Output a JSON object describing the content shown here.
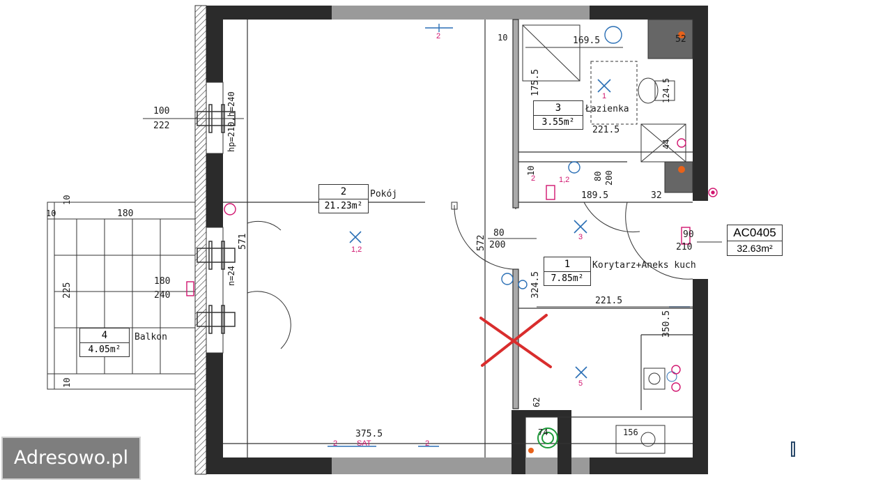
{
  "rooms": [
    {
      "number": "1",
      "name": "Korytarz+Aneks kuch",
      "area": "7.85m²"
    },
    {
      "number": "2",
      "name": "Pokój",
      "area": "21.23m²"
    },
    {
      "number": "3",
      "name": "Łazienka",
      "area": "3.55m²"
    },
    {
      "number": "4",
      "name": "Balkon",
      "area": "4.05m²"
    }
  ],
  "apartment": {
    "code": "AC0405",
    "area": "32.63m²"
  },
  "dimensions": {
    "window_top_left": "100",
    "window_top_left_b": "222",
    "window_top_hp": "hp=210,h=240",
    "window_mid": "n=24",
    "balcony_width": "180",
    "balcony_left_10": "10",
    "balcony_top_10": "10",
    "balcony_bottom_10": "10",
    "balcony_depth": "225",
    "balcony_door_a": "180",
    "balcony_door_b": "240",
    "room2_height": "571",
    "room2_width": "375.5",
    "wall_572": "572",
    "door_80": "80",
    "door_200": "200",
    "bath_10": "10",
    "bath_169": "169.5",
    "bath_175": "175.5",
    "bath_52": "52",
    "bath_124": "124.5",
    "bath_221": "221.5",
    "bath_44": "44",
    "bath_door_80": "80",
    "bath_door_200": "200",
    "corr_189": "189.5",
    "corr_32": "32",
    "corr_10": "10",
    "entry_90": "90",
    "entry_210": "210",
    "corr_324": "324.5",
    "kitchen_221": "221.5",
    "kitchen_350": "350.5",
    "kitchen_62": "62",
    "kitchen_74": "74",
    "kitchen_156": "156"
  },
  "marks": {
    "room2_mark": "1,2",
    "corr_mark": "3",
    "bath_mark": "1",
    "kitchen_mark": "5",
    "vent_top": "2",
    "vent_bottom_a": "2",
    "vent_bottom_b": "2",
    "vent_bottom_sat": "SAT",
    "corr_small_a": "2",
    "corr_small_b": "1,2"
  },
  "watermark": "Adresowo.pl",
  "colors": {
    "wall": "#2b2b2b",
    "magenta": "#d1156f",
    "blue": "#2a6fb5",
    "red_cross": "#d92d2d",
    "green": "#1e9a3a"
  }
}
